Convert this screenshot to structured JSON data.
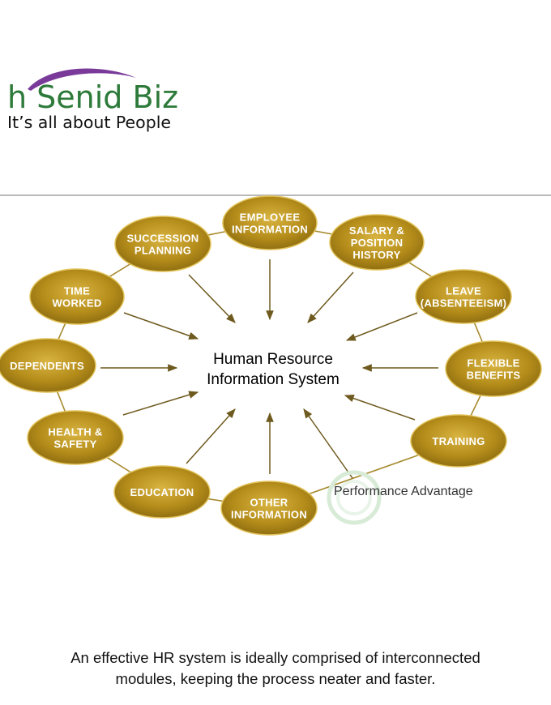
{
  "brand": {
    "name": "h Senid Biz",
    "tagline": "It’s all about People",
    "colors": {
      "name": "#2d7a3a",
      "swoosh": "#7a3a9a"
    }
  },
  "diagram": {
    "center": [
      "Human Resource",
      "Information System"
    ],
    "colors": {
      "node_fill": "#b8901e",
      "node_edge": "#e2c35a",
      "arrow": "#6e5a1e"
    },
    "modules": [
      {
        "lines": [
          "EMPLOYEE",
          "INFORMATION"
        ]
      },
      {
        "lines": [
          "SALARY &",
          "POSITION",
          "HISTORY"
        ]
      },
      {
        "lines": [
          "LEAVE",
          "(ABSENTEEISM)"
        ]
      },
      {
        "lines": [
          "FLEXIBLE",
          "BENEFITS"
        ]
      },
      {
        "lines": [
          "TRAINING"
        ]
      },
      {
        "lines": [
          "OTHER",
          "INFORMATION"
        ]
      },
      {
        "lines": [
          "EDUCATION"
        ]
      },
      {
        "lines": [
          "HEALTH &",
          "SAFETY"
        ]
      },
      {
        "lines": [
          "DEPENDENTS"
        ]
      },
      {
        "lines": [
          "TIME",
          "WORKED"
        ]
      },
      {
        "lines": [
          "SUCCESSION",
          "PLANNING"
        ]
      }
    ],
    "watermark": "Performance Advantage"
  },
  "caption": [
    "An effective HR system is ideally comprised of interconnected",
    "modules, keeping the process neater and faster."
  ]
}
